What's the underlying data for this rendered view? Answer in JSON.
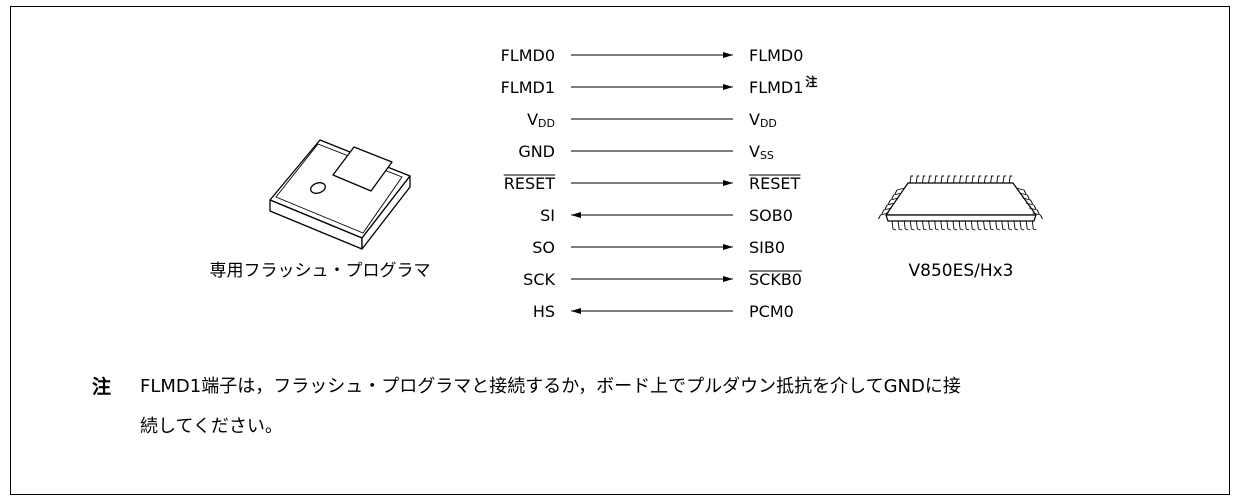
{
  "devices": {
    "programmer_label": "専用フラッシュ・プログラマ",
    "target_label": "V850ES/Hx3"
  },
  "connections": [
    {
      "left": "FLMD0",
      "right": "FLMD0",
      "direction": "to-right",
      "left_overbar": false,
      "right_overbar": false,
      "right_note": ""
    },
    {
      "left": "FLMD1",
      "right": "FLMD1",
      "direction": "to-right",
      "left_overbar": false,
      "right_overbar": false,
      "right_note": "注"
    },
    {
      "left": "V",
      "left_sub": "DD",
      "right": "V",
      "right_sub": "DD",
      "direction": "none",
      "left_overbar": false,
      "right_overbar": false,
      "right_note": ""
    },
    {
      "left": "GND",
      "right": "V",
      "right_sub": "SS",
      "direction": "none",
      "left_overbar": false,
      "right_overbar": false,
      "right_note": ""
    },
    {
      "left": "RESET",
      "right": "RESET",
      "direction": "to-right",
      "left_overbar": true,
      "right_overbar": true,
      "right_note": ""
    },
    {
      "left": "SI",
      "right": "SOB0",
      "direction": "to-left",
      "left_overbar": false,
      "right_overbar": false,
      "right_note": ""
    },
    {
      "left": "SO",
      "right": "SIB0",
      "direction": "to-right",
      "left_overbar": false,
      "right_overbar": false,
      "right_note": ""
    },
    {
      "left": "SCK",
      "right": "SCKB0",
      "direction": "to-right",
      "left_overbar": false,
      "right_overbar": true,
      "right_note": ""
    },
    {
      "left": "HS",
      "right": "PCM0",
      "direction": "to-left",
      "left_overbar": false,
      "right_overbar": false,
      "right_note": ""
    }
  ],
  "note": {
    "mark": "注",
    "line1": "FLMD1端子は，フラッシュ・プログラマと接続するか，ボード上でプルダウン抵抗を介してGNDに接",
    "line2": "続してください。"
  },
  "icons": {
    "programmer": "flash-programmer-icon",
    "chip": "microcontroller-chip-icon"
  }
}
